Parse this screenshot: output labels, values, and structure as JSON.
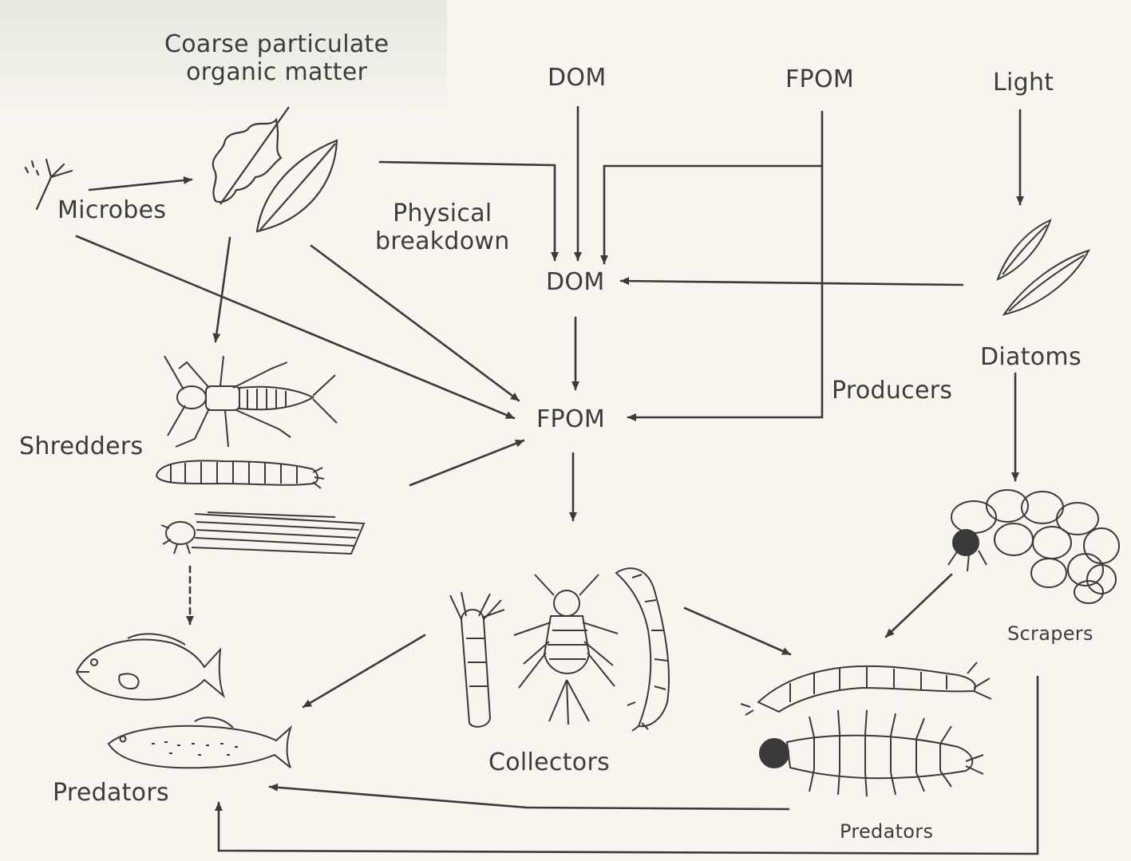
{
  "labels": {
    "cpom": "Coarse particulate\norganic matter",
    "microbes": "Microbes",
    "dom_top": "DOM",
    "fpom_top": "FPOM",
    "light": "Light",
    "physical_breakdown": "Physical\nbreakdown",
    "dom_mid": "DOM",
    "fpom_mid": "FPOM",
    "producers": "Producers",
    "diatoms": "Diatoms",
    "shredders": "Shredders",
    "scrapers": "Scrapers",
    "collectors": "Collectors",
    "predators_left": "Predators",
    "predators_right": "Predators"
  },
  "colors": {
    "ink": "#3a3a3a",
    "paper": "#f7f5ee"
  }
}
